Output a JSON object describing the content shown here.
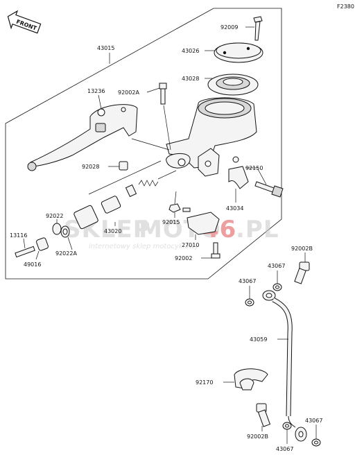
{
  "diagram_code": "F2380",
  "front_label": "FRONT",
  "watermark": {
    "text_part1": "SKLEP",
    "text_part2": "MOTO",
    "text_part3": "46",
    "text_part4": ".PL",
    "tagline": "internetowy sklep motocyklowy",
    "color_grey": "#c8c8c8",
    "color_red": "#e05050"
  },
  "part_labels": {
    "p92009": "92009",
    "p43026": "43026",
    "p43015": "43015",
    "p43028": "43028",
    "p13236": "13236",
    "p92002A": "92002A",
    "p92028": "92028",
    "p92150": "92150",
    "p43034": "43034",
    "p92022": "92022",
    "p92015": "92015",
    "p13116": "13116",
    "p43020": "43020",
    "p27010": "27010",
    "p49016": "49016",
    "p92022A": "92022A",
    "p92002": "92002",
    "p92002B_top": "92002B",
    "p43067_a": "43067",
    "p43067_b": "43067",
    "p43059": "43059",
    "p92170": "92170",
    "p92002B_bottom": "92002B",
    "p43067_c": "43067",
    "p43067_d": "43067"
  }
}
